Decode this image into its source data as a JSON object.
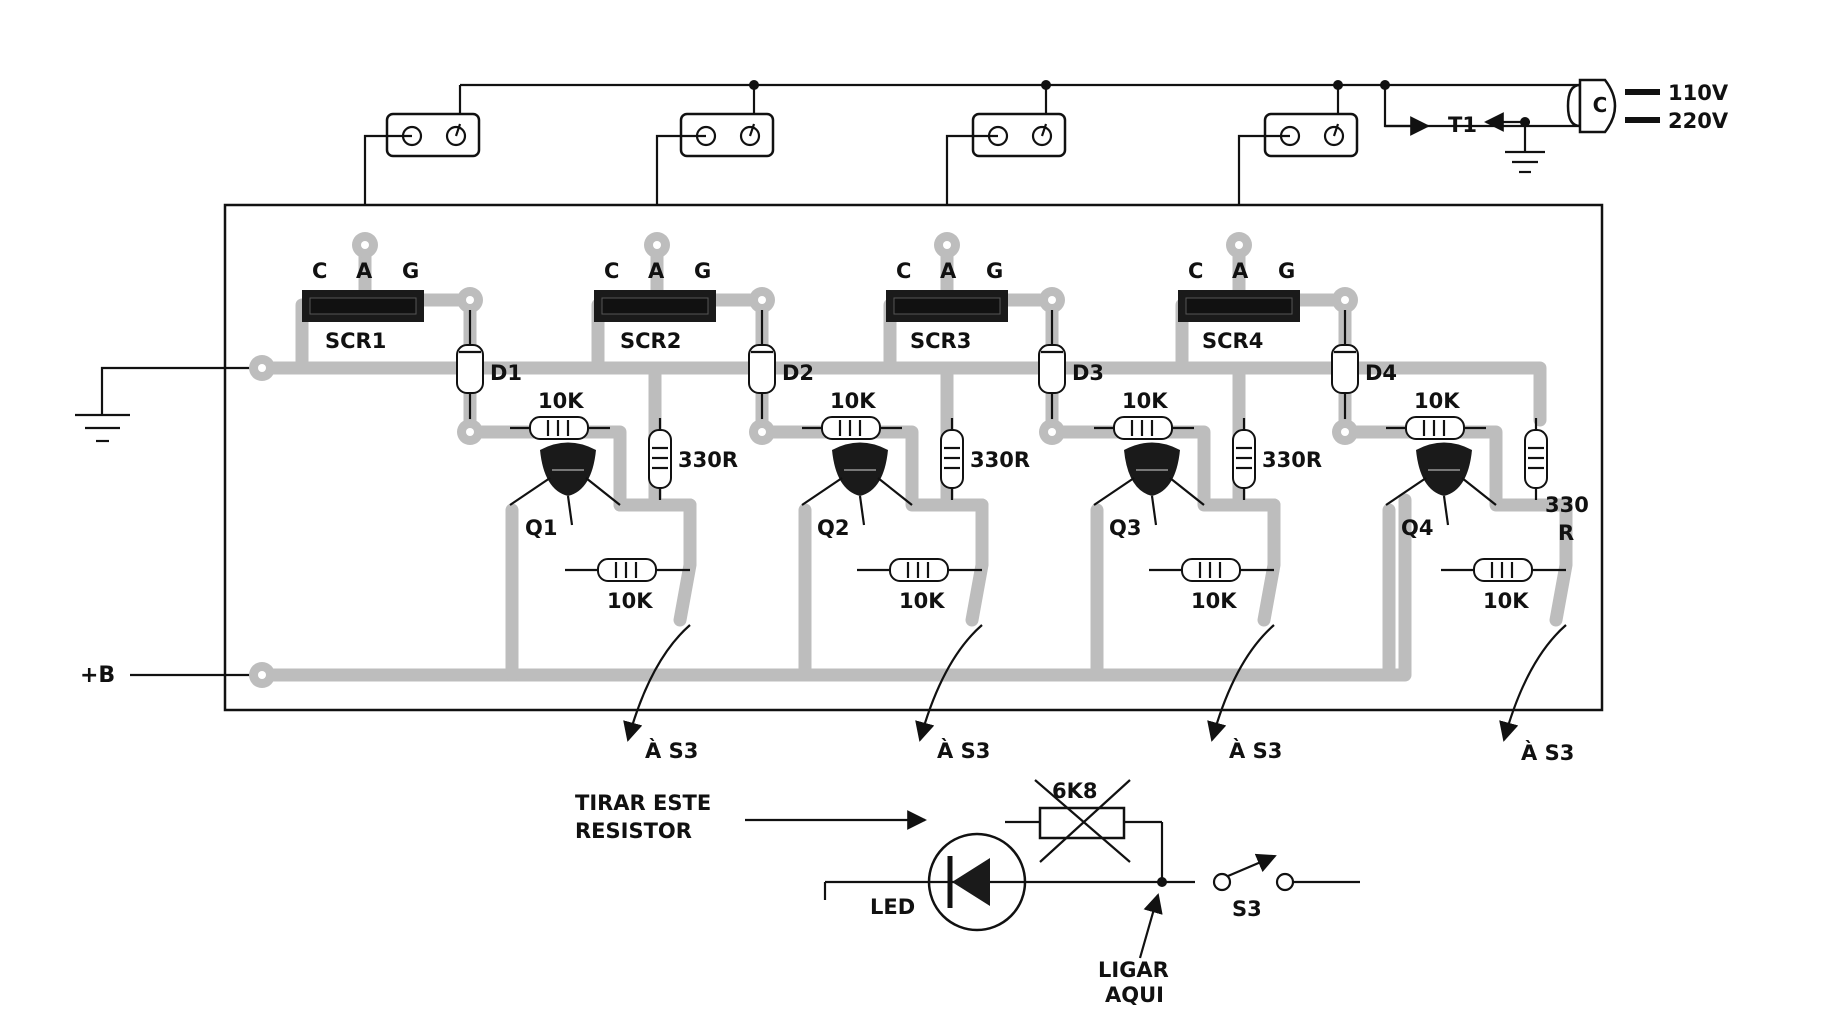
{
  "supply": {
    "v1": "110V",
    "v2": "220V",
    "plug": "C",
    "transformer": "T1"
  },
  "plus_b": "+B",
  "stages": [
    {
      "scr": "SCR1",
      "c": "C",
      "a": "A",
      "g": "G",
      "diode": "D1",
      "q": "Q1",
      "r_top": "10K",
      "r_side": "330R",
      "r_bottom": "10K",
      "out": "À S3"
    },
    {
      "scr": "SCR2",
      "c": "C",
      "a": "A",
      "g": "G",
      "diode": "D2",
      "q": "Q2",
      "r_top": "10K",
      "r_side": "330R",
      "r_bottom": "10K",
      "out": "À S3"
    },
    {
      "scr": "SCR3",
      "c": "C",
      "a": "A",
      "g": "G",
      "diode": "D3",
      "q": "Q3",
      "r_top": "10K",
      "r_side": "330R",
      "r_bottom": "10K",
      "out": "À S3"
    },
    {
      "scr": "SCR4",
      "c": "C",
      "a": "A",
      "g": "G",
      "diode": "D4",
      "q": "Q4",
      "r_top": "10K",
      "r_side": "330",
      "r_side2": "R",
      "r_bottom": "10K",
      "out": "À S3"
    }
  ],
  "bottom": {
    "note1": "TIRAR ESTE",
    "note2": "RESISTOR",
    "resistor": "6K8",
    "led": "LED",
    "switch": "S3",
    "connect1": "LIGAR",
    "connect2": "AQUI"
  }
}
